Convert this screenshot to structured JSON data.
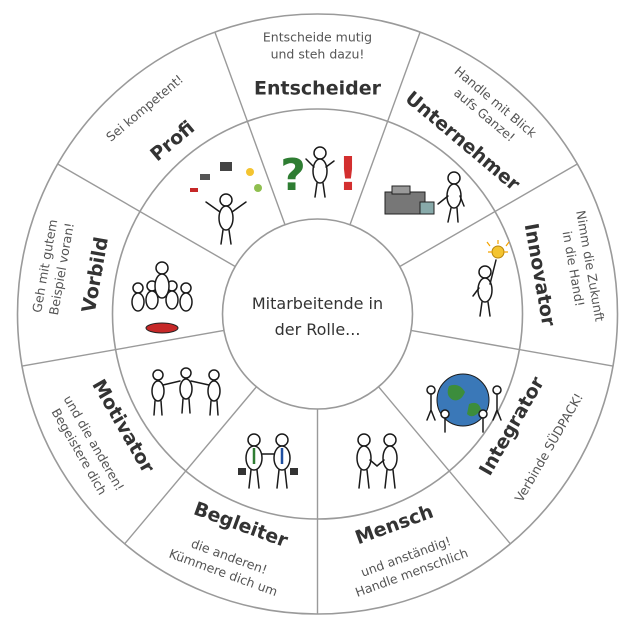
{
  "center": {
    "line1": "Mitarbeitende in",
    "line2": "der Rolle..."
  },
  "segments": [
    {
      "role": "Entscheider",
      "motto": [
        "Entscheide mutig",
        "und steh dazu!"
      ]
    },
    {
      "role": "Unternehmer",
      "motto": [
        "Handle mit Blick",
        "aufs Ganze!"
      ]
    },
    {
      "role": "Innovator",
      "motto": [
        "Nimm die Zukunft",
        "in die Hand!"
      ]
    },
    {
      "role": "Integrator",
      "motto": [
        "Verbinde SÜDPACK!"
      ]
    },
    {
      "role": "Mensch",
      "motto": [
        "Handle menschlich",
        "und anständig!"
      ]
    },
    {
      "role": "Begleiter",
      "motto": [
        "Kümmere dich um",
        "die anderen!"
      ]
    },
    {
      "role": "Motivator",
      "motto": [
        "Begeistere dich",
        "und die anderen!"
      ]
    },
    {
      "role": "Vorbild",
      "motto": [
        "Geh mit gutem",
        "Beispiel voran!"
      ]
    },
    {
      "role": "Profi",
      "motto": [
        "Sei kompetent!"
      ]
    }
  ],
  "colors": {
    "line": "#9a9a9a",
    "text": "#333333",
    "question_mark": "#2e7d32",
    "exclamation": "#d32f2f"
  }
}
